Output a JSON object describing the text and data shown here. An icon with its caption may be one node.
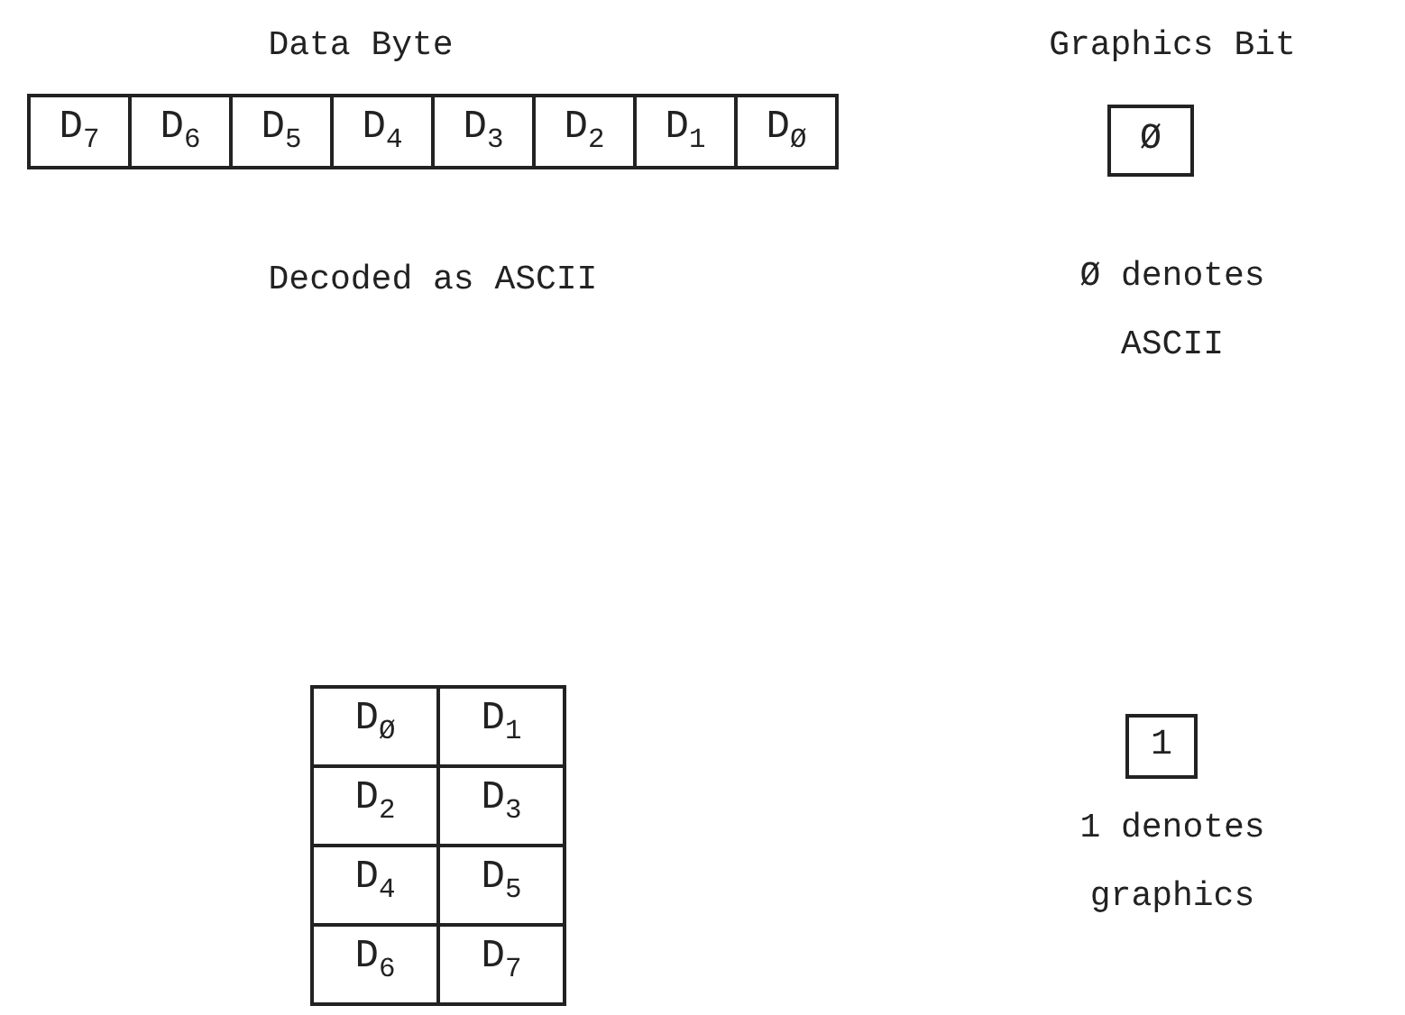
{
  "diagram": {
    "nodes": [
      {
        "text": [
          "Ø"
        ],
        "beside": [
          "Ø denotes ASCII"
        ]
      },
      {
        "text": [
          "1"
        ],
        "beside": [
          "1 denotes graphics"
        ]
      }
    ],
    "labels": [
      "Data Byte",
      "Graphics Bit",
      "D$_{7}$",
      "D$_{6}$",
      "D$_{5}$",
      "D$_{4}$",
      "D$_{3}$",
      "D$_{2}$",
      "D$_{1}$",
      "D$_{Ø}$",
      "Decoded as ASCII",
      "D$_{Ø}$",
      "D$_{1}$",
      "D$_{2}$",
      "D$_{3}$",
      "D$_{4}$",
      "D$_{5}$",
      "D$_{6}$",
      "D$_{7}$"
    ]
  }
}
